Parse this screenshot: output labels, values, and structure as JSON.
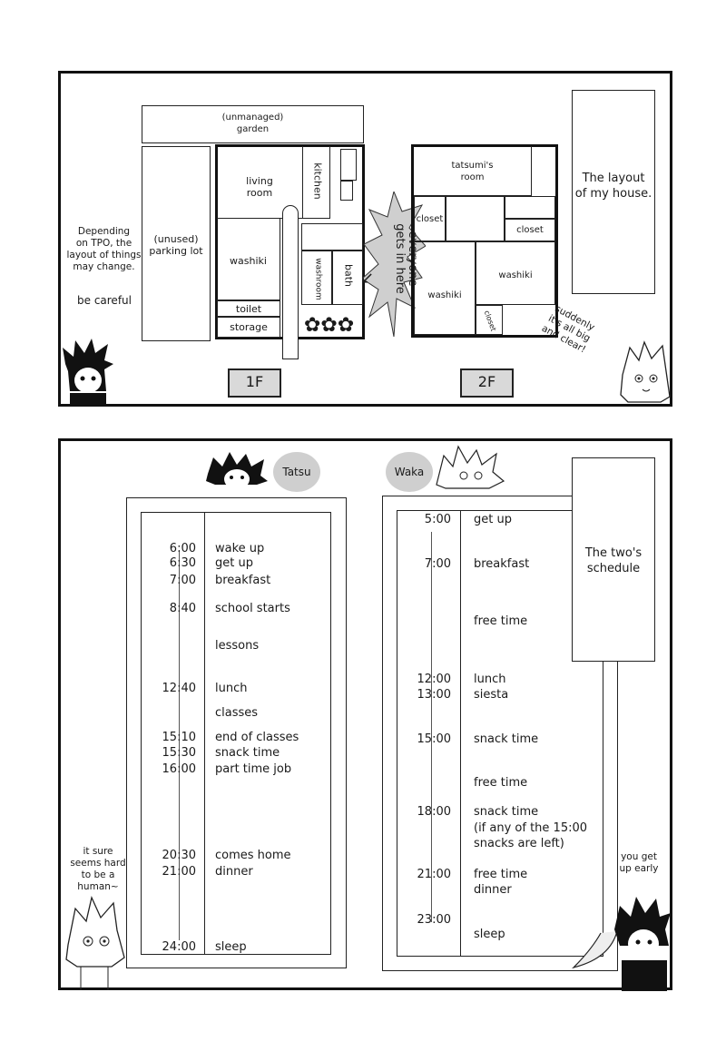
{
  "floorplan": {
    "garden": "(unmanaged)\ngarden",
    "parking": "(unused)\nparking lot",
    "rooms_1f": {
      "living": "living\nroom",
      "kitchen": "kitchen",
      "washiki": "washiki",
      "bath": "bath",
      "washroom": "washroom",
      "toilet": "toilet",
      "storage": "storage"
    },
    "rooms_2f": {
      "tatsumi": "tatsumi's\nroom",
      "closet_left": "closet",
      "closet_right": "closet",
      "washiki_left": "washiki",
      "washiki_right": "washiki",
      "closet_small": "closet"
    },
    "burst": "everyone\ngets in here",
    "tag_1f": "1F",
    "tag_2f": "2F",
    "caption": "The layout\nof my house.",
    "note_left": "Depending\non TPO, the\nlayout of things\nmay change.",
    "note_careful": "be careful",
    "note_right": "suddenly\nit's all big\nand clear!"
  },
  "schedule": {
    "tatsu_label": "Tatsu",
    "waka_label": "Waka",
    "caption": "The two's\nschedule",
    "tatsu": [
      {
        "time": "6:00",
        "activity": "wake up"
      },
      {
        "time": "6:30",
        "activity": "get up"
      },
      {
        "time": "7:00",
        "activity": "breakfast"
      },
      {
        "time": "8:40",
        "activity": "school starts"
      },
      {
        "time": "",
        "activity": "lessons"
      },
      {
        "time": "12:40",
        "activity": "lunch"
      },
      {
        "time": "",
        "activity": "classes"
      },
      {
        "time": "15:10",
        "activity": "end of classes"
      },
      {
        "time": "15:30",
        "activity": "snack time"
      },
      {
        "time": "16:00",
        "activity": "part time job"
      },
      {
        "time": "20:30",
        "activity": "comes home"
      },
      {
        "time": "21:00",
        "activity": "dinner"
      },
      {
        "time": "24:00",
        "activity": "sleep"
      }
    ],
    "waka": [
      {
        "time": "5:00",
        "activity": "get up"
      },
      {
        "time": "7:00",
        "activity": "breakfast"
      },
      {
        "time": "",
        "activity": "free time"
      },
      {
        "time": "12:00",
        "activity": "lunch"
      },
      {
        "time": "13:00",
        "activity": "siesta"
      },
      {
        "time": "15:00",
        "activity": "snack time"
      },
      {
        "time": "",
        "activity": "free time"
      },
      {
        "time": "18:00",
        "activity": "snack time"
      },
      {
        "time": "",
        "activity": "(if any of the 15:00"
      },
      {
        "time": "",
        "activity": "snacks are left)"
      },
      {
        "time": "21:00",
        "activity": "free time"
      },
      {
        "time": "",
        "activity": "dinner"
      },
      {
        "time": "23:00",
        "activity": ""
      },
      {
        "time": "",
        "activity": "sleep"
      }
    ],
    "note_left": "it sure\nseems hard\nto be a\nhuman~",
    "note_right": "you get\nup early"
  }
}
